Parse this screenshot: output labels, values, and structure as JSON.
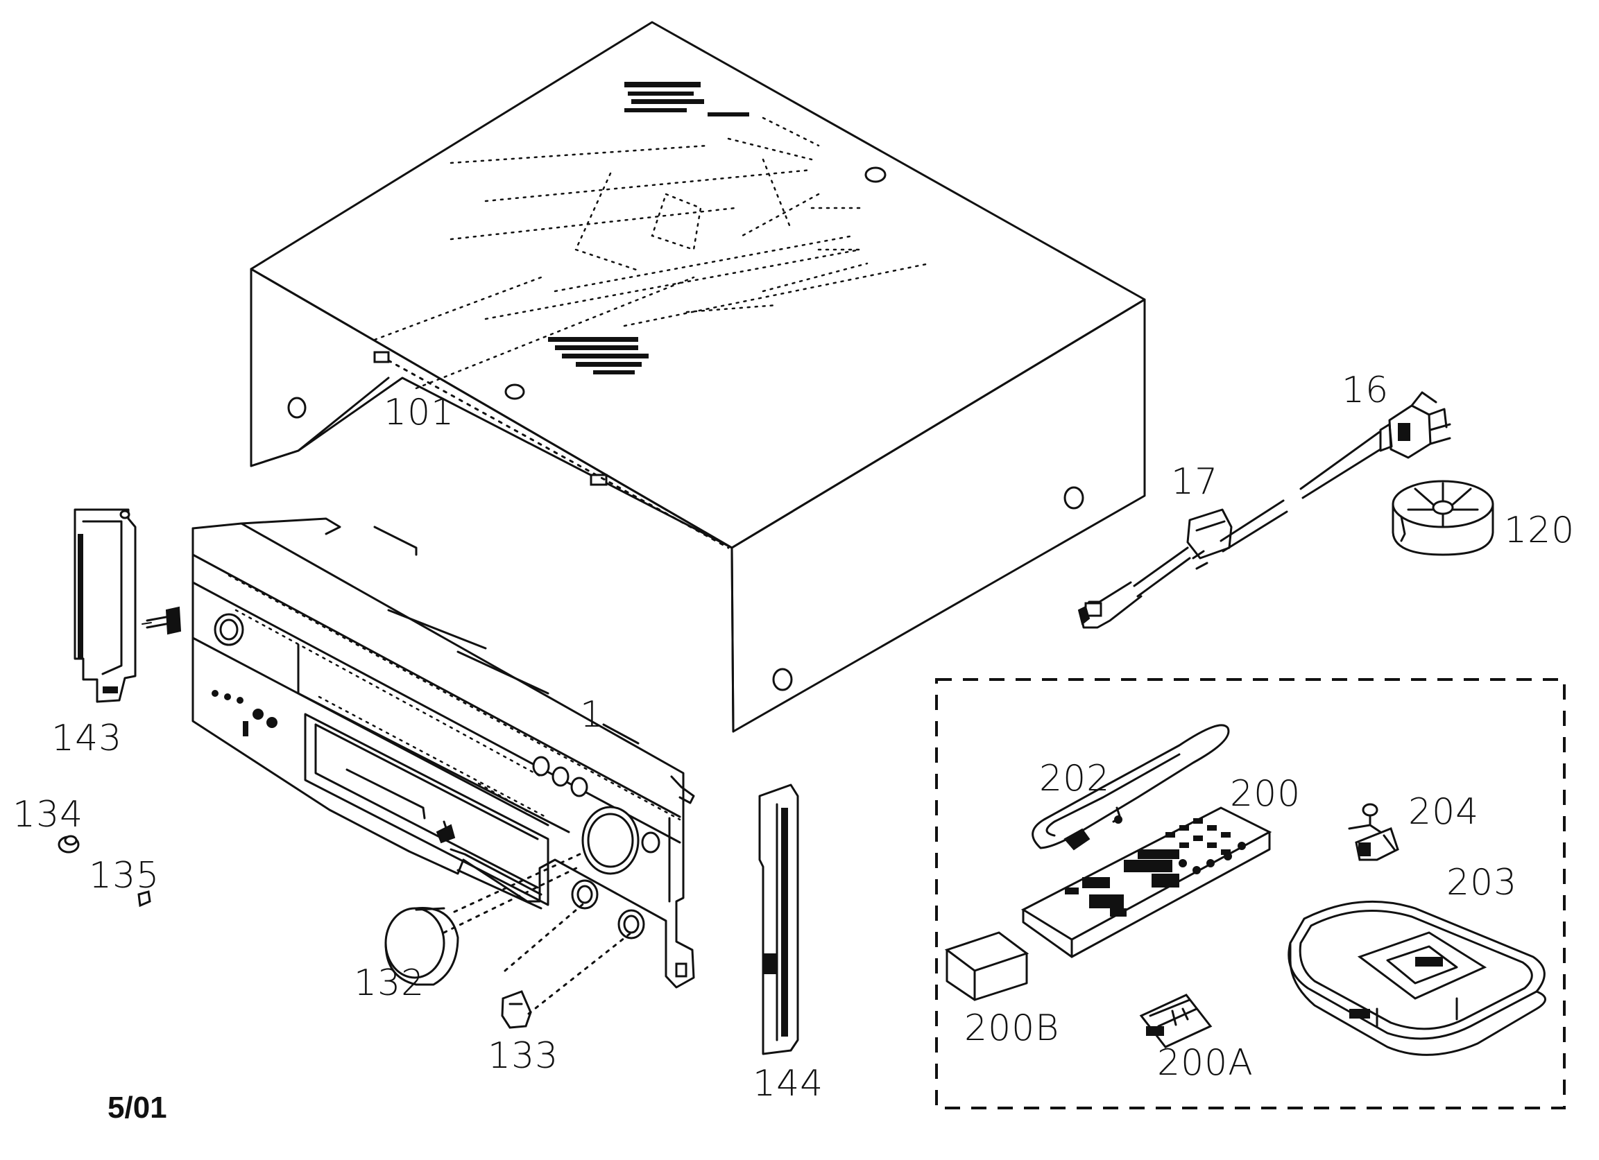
{
  "diagram": {
    "callouts": {
      "c101": "101",
      "c16": "16",
      "c17": "17",
      "c120": "120",
      "c143": "143",
      "c1": "1",
      "c134": "134",
      "c135": "135",
      "c132": "132",
      "c133": "133",
      "c144": "144",
      "c202": "202",
      "c200": "200",
      "c204": "204",
      "c203": "203",
      "c200B": "200B",
      "c200A": "200A"
    },
    "date_code": "5/01"
  }
}
